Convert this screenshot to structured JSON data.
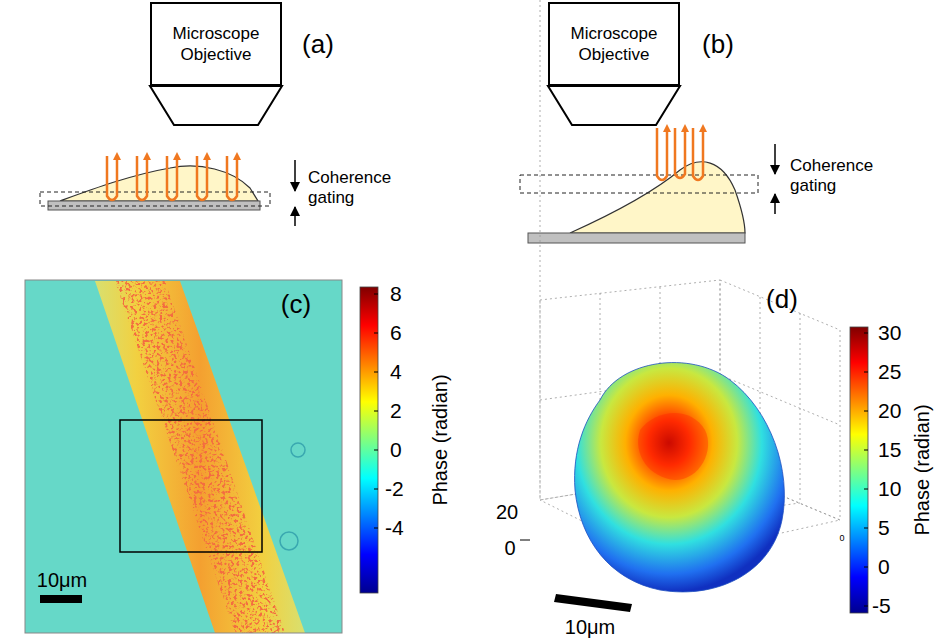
{
  "diagram": {
    "nodes": [
      {
        "text": [
          "Microscope Objective"
        ]
      },
      {
        "text": [
          "Microscope Objective"
        ]
      }
    ],
    "labels": [
      "(a)",
      "Coherence gating",
      "(b)",
      "Coherence gating",
      "(c)",
      "8",
      "6",
      "4",
      "2",
      "0",
      "-2",
      "-4",
      "Phase (radian)",
      "10μm",
      "(d)",
      "30",
      "25",
      "20",
      "15",
      "10",
      "5",
      "0",
      "-5",
      "Phase (radian)",
      "20",
      "0",
      "0",
      "10μm"
    ]
  }
}
